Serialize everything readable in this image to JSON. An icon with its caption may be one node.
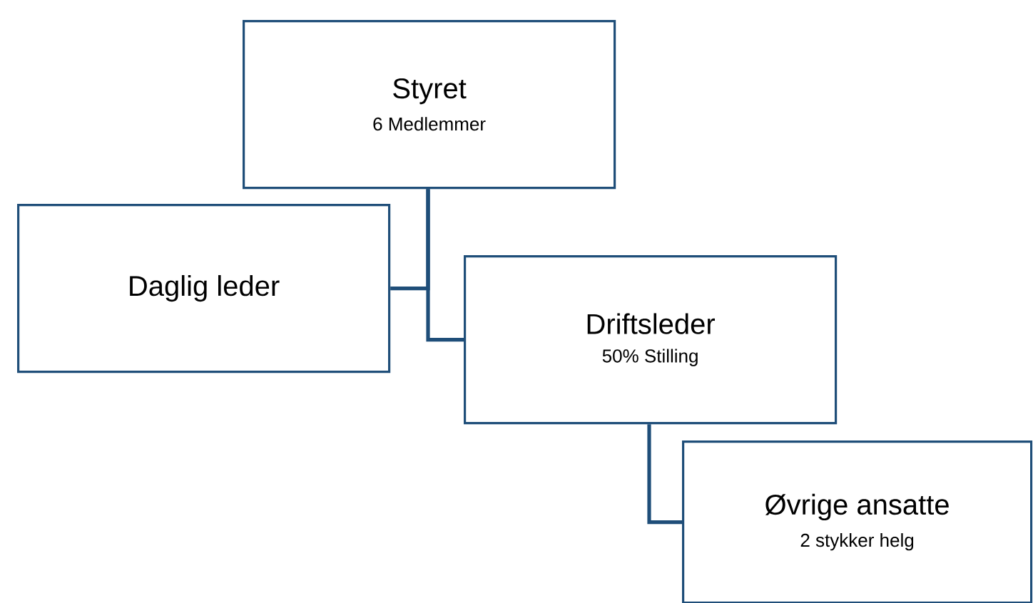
{
  "diagram": {
    "nodes": [
      {
        "text": [
          "Styret",
          "6 Medlemmer"
        ]
      },
      {
        "text": [
          "Daglig leder"
        ]
      },
      {
        "text": [
          "Driftsleder",
          "50% Stilling"
        ]
      },
      {
        "text": [
          "Øvrige ansatte",
          "2 stykker helg"
        ]
      }
    ],
    "edges": [
      {
        "from": 0,
        "to": 1,
        "arrow": "none"
      },
      {
        "from": 0,
        "to": 2,
        "arrow": "none"
      },
      {
        "from": 2,
        "to": 3,
        "arrow": "none"
      }
    ]
  }
}
